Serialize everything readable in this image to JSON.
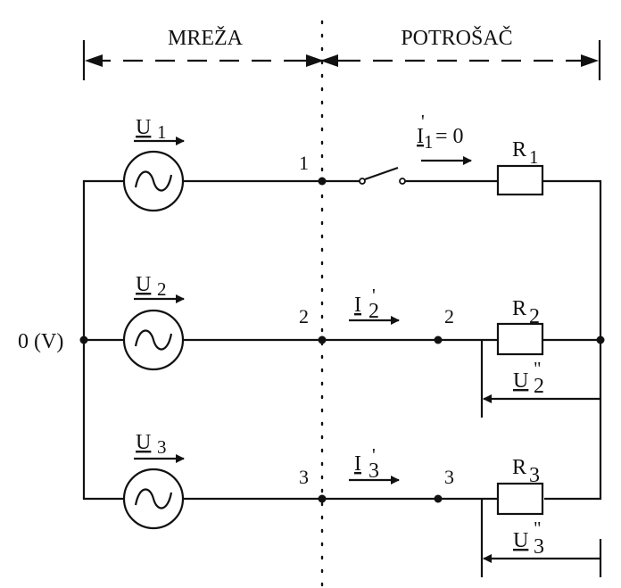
{
  "title_left": "MREŽA",
  "title_right": "POTROŠAČ",
  "ground_label": "0 (V)",
  "sources": [
    {
      "label": "U",
      "sub": "1"
    },
    {
      "label": "U",
      "sub": "2"
    },
    {
      "label": "U",
      "sub": "3"
    }
  ],
  "node_labels_left": [
    "1",
    "2",
    "3"
  ],
  "node_labels_right": [
    "2",
    "3"
  ],
  "currents": [
    {
      "label": "I",
      "prime": "'",
      "sub": "1",
      "suffix": "= 0"
    },
    {
      "label": "I",
      "prime": "'",
      "sub": "2",
      "suffix": ""
    },
    {
      "label": "I",
      "prime": "'",
      "sub": "3",
      "suffix": ""
    }
  ],
  "resistors": [
    {
      "label": "R",
      "sub": "1"
    },
    {
      "label": "R",
      "sub": "2"
    },
    {
      "label": "R",
      "sub": "3"
    }
  ],
  "load_voltages": [
    {
      "label": "U",
      "prime": "\"",
      "sub": "2"
    },
    {
      "label": "U",
      "prime": "\"",
      "sub": "3"
    }
  ]
}
